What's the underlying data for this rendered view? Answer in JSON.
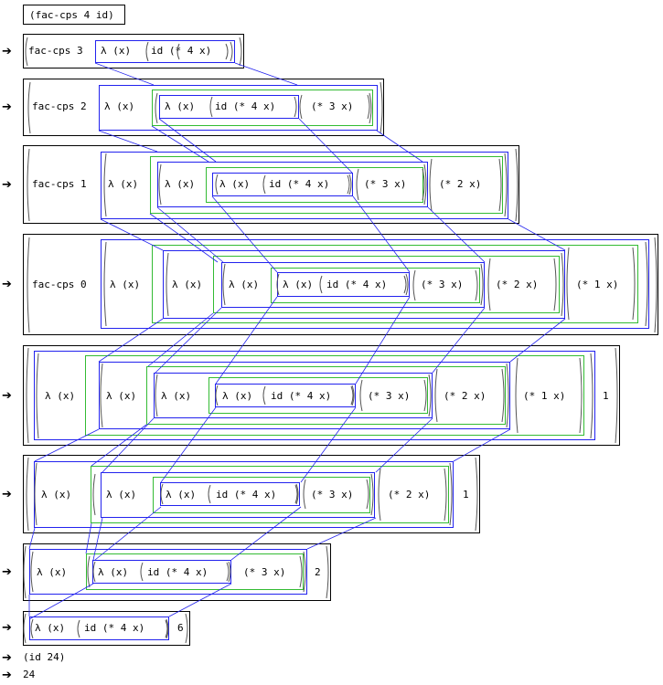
{
  "arrow_glyph": "➔",
  "rows": {
    "r0": {
      "text": "(fac-cps 4 id)"
    },
    "r1": {
      "head": "fac-cps 3",
      "lam": "λ (x)",
      "inner": "id (* 4 x)"
    },
    "r2": {
      "head": "fac-cps 2",
      "lam": "λ (x)",
      "inner": "id (* 4 x)",
      "mul3": "(* 3 x)"
    },
    "r3": {
      "head": "fac-cps 1",
      "lam": "λ (x)",
      "inner": "id (* 4 x)",
      "mul3": "(* 3 x)",
      "mul2": "(* 2 x)"
    },
    "r4": {
      "head": "fac-cps 0",
      "lam": "λ (x)",
      "inner": "id (* 4 x)",
      "mul3": "(* 3 x)",
      "mul2": "(* 2 x)",
      "mul1": "(* 1 x)"
    },
    "r5": {
      "lam": "λ (x)",
      "inner": "id (* 4 x)",
      "mul3": "(* 3 x)",
      "mul2": "(* 2 x)",
      "mul1": "(* 1 x)",
      "arg": "1"
    },
    "r6": {
      "lam": "λ (x)",
      "inner": "id (* 4 x)",
      "mul3": "(* 3 x)",
      "mul2": "(* 2 x)",
      "arg": "1"
    },
    "r7": {
      "lam": "λ (x)",
      "inner": "id (* 4 x)",
      "mul3": "(* 3 x)",
      "arg": "2"
    },
    "r8": {
      "lam": "λ (x)",
      "inner": "id (* 4 x)",
      "arg": "6"
    },
    "r9": {
      "text": "(id 24)"
    },
    "r10": {
      "text": "24"
    }
  },
  "colors": {
    "outline": "#000000",
    "lambda": "#2222ee",
    "body": "#33bb33",
    "paren": "#555555"
  }
}
